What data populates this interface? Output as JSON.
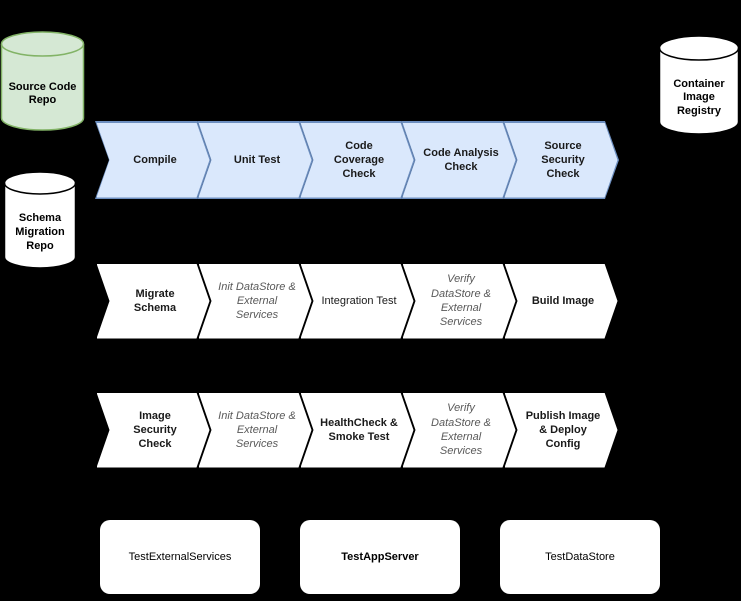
{
  "colors": {
    "background": "#000000",
    "build_stage_fill": "#dae8fc",
    "build_stage_stroke": "#6c8ebf",
    "source_repo_fill": "#d5e8d4",
    "source_repo_stroke": "#82b366",
    "stage_fill": "#ffffff"
  },
  "repos": {
    "source_code": "Source Code Repo",
    "schema_migration": "Schema Migration Repo",
    "container_registry": "Container Image Registry"
  },
  "rows": [
    {
      "steps": [
        "Compile",
        "Unit Test",
        "Code Coverage Check",
        "Code Analysis Check",
        "Source Security Check"
      ]
    },
    {
      "steps": [
        "Migrate Schema",
        "Init DataStore & External Services",
        "Integration Test",
        "Verify DataStore & External Services",
        "Build Image"
      ]
    },
    {
      "steps": [
        "Image Security Check",
        "Init DataStore & External Services",
        "HealthCheck & Smoke Test",
        "Verify DataStore & External Services",
        "Publish Image & Deploy Config"
      ]
    }
  ],
  "test_boxes": [
    "TestExternalServices",
    "TestAppServer",
    "TestDataStore"
  ]
}
